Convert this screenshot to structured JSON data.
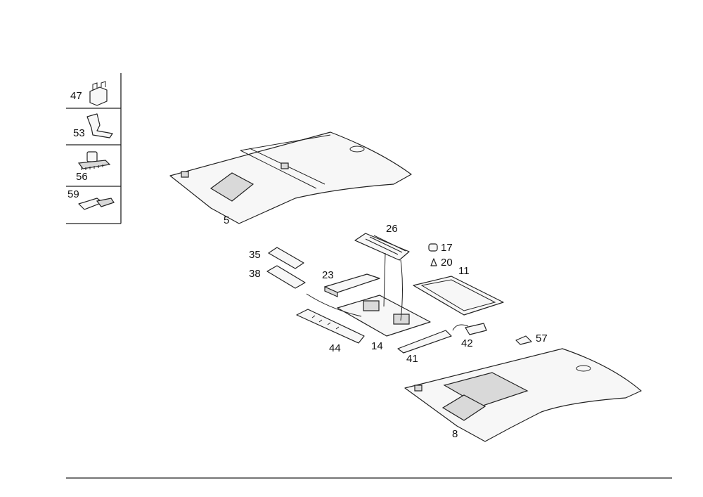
{
  "legend": [
    {
      "num": "47",
      "icon": "clip-icon"
    },
    {
      "num": "53",
      "icon": "bracket-icon"
    },
    {
      "num": "56",
      "icon": "fastener-clip-icon"
    },
    {
      "num": "59",
      "icon": "cable-clip-icon"
    }
  ],
  "callouts": {
    "c5": "5",
    "c8": "8",
    "c11": "11",
    "c14": "14",
    "c17": "17",
    "c20": "20",
    "c23": "23",
    "c26": "26",
    "c35": "35",
    "c38": "38",
    "c41": "41",
    "c42": "42",
    "c44": "44",
    "c57": "57"
  }
}
